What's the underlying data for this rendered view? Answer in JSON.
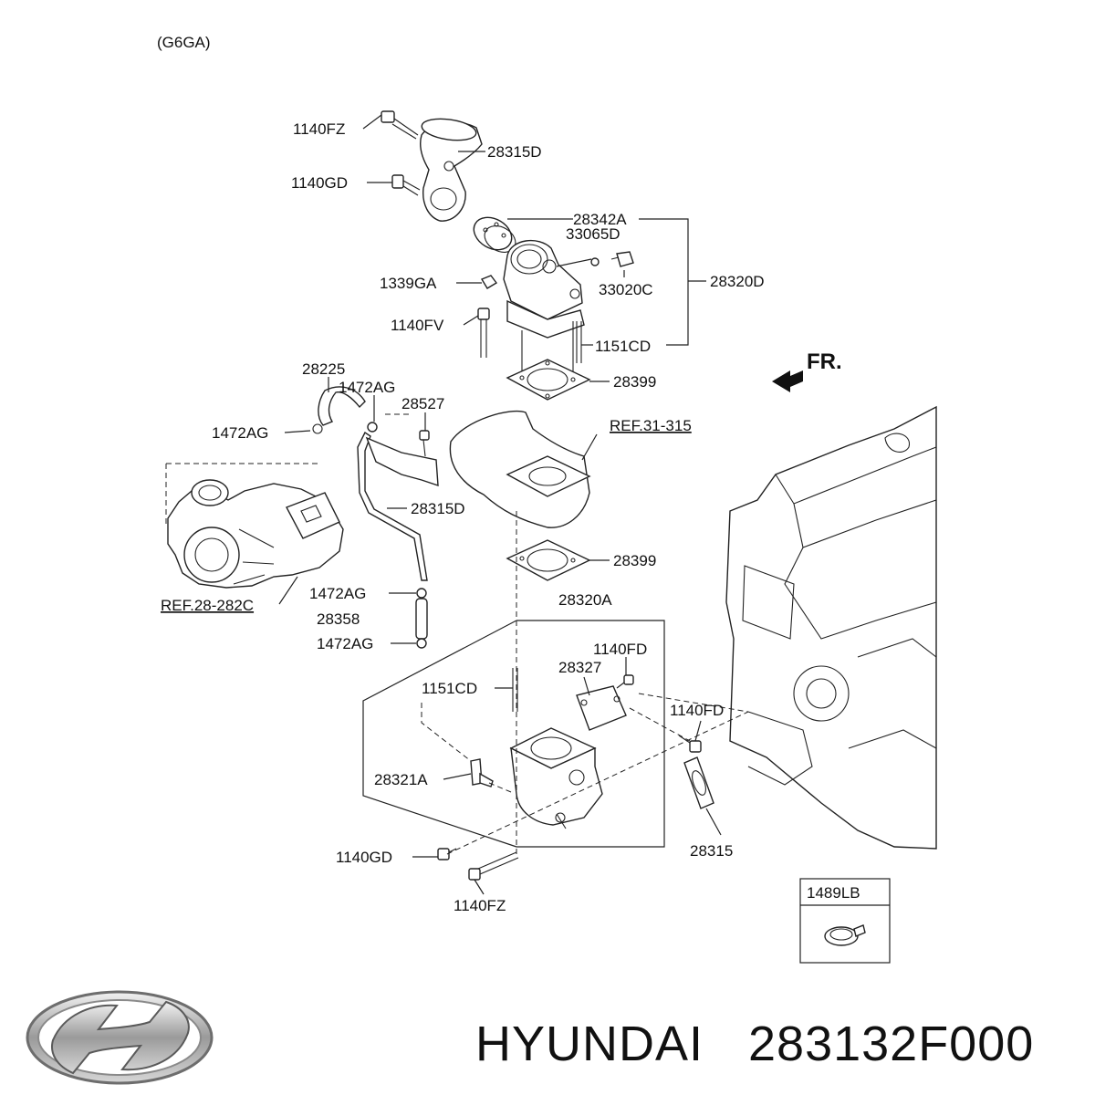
{
  "engine_code": "(G6GA)",
  "direction_label": "FR.",
  "callouts": {
    "c_1140fz_top": "1140FZ",
    "c_28315d_top": "28315D",
    "c_1140gd_top": "1140GD",
    "c_28342a": "28342A",
    "c_33065d": "33065D",
    "c_1339ga": "1339GA",
    "c_33020c": "33020C",
    "c_28320d": "28320D",
    "c_1140fv": "1140FV",
    "c_1151cd_top": "1151CD",
    "c_28225": "28225",
    "c_28399_top": "28399",
    "c_1472ag_a": "1472AG",
    "c_28527": "28527",
    "c_1472ag_b": "1472AG",
    "c_ref31": "REF.31-315",
    "c_28315d_mid": "28315D",
    "c_28399_mid": "28399",
    "c_1472ag_c": "1472AG",
    "c_ref28": "REF.28-282C",
    "c_28320a": "28320A",
    "c_28358": "28358",
    "c_1472ag_d": "1472AG",
    "c_1140fd_a": "1140FD",
    "c_28327": "28327",
    "c_1151cd_bot": "1151CD",
    "c_1140fd_b": "1140FD",
    "c_28321a": "28321A",
    "c_28315": "28315",
    "c_1140gd_bot": "1140GD",
    "c_1140fz_bot": "1140FZ",
    "c_1489lb": "1489LB"
  },
  "brand_name": "HYUNDAI",
  "part_number": "283132F000"
}
